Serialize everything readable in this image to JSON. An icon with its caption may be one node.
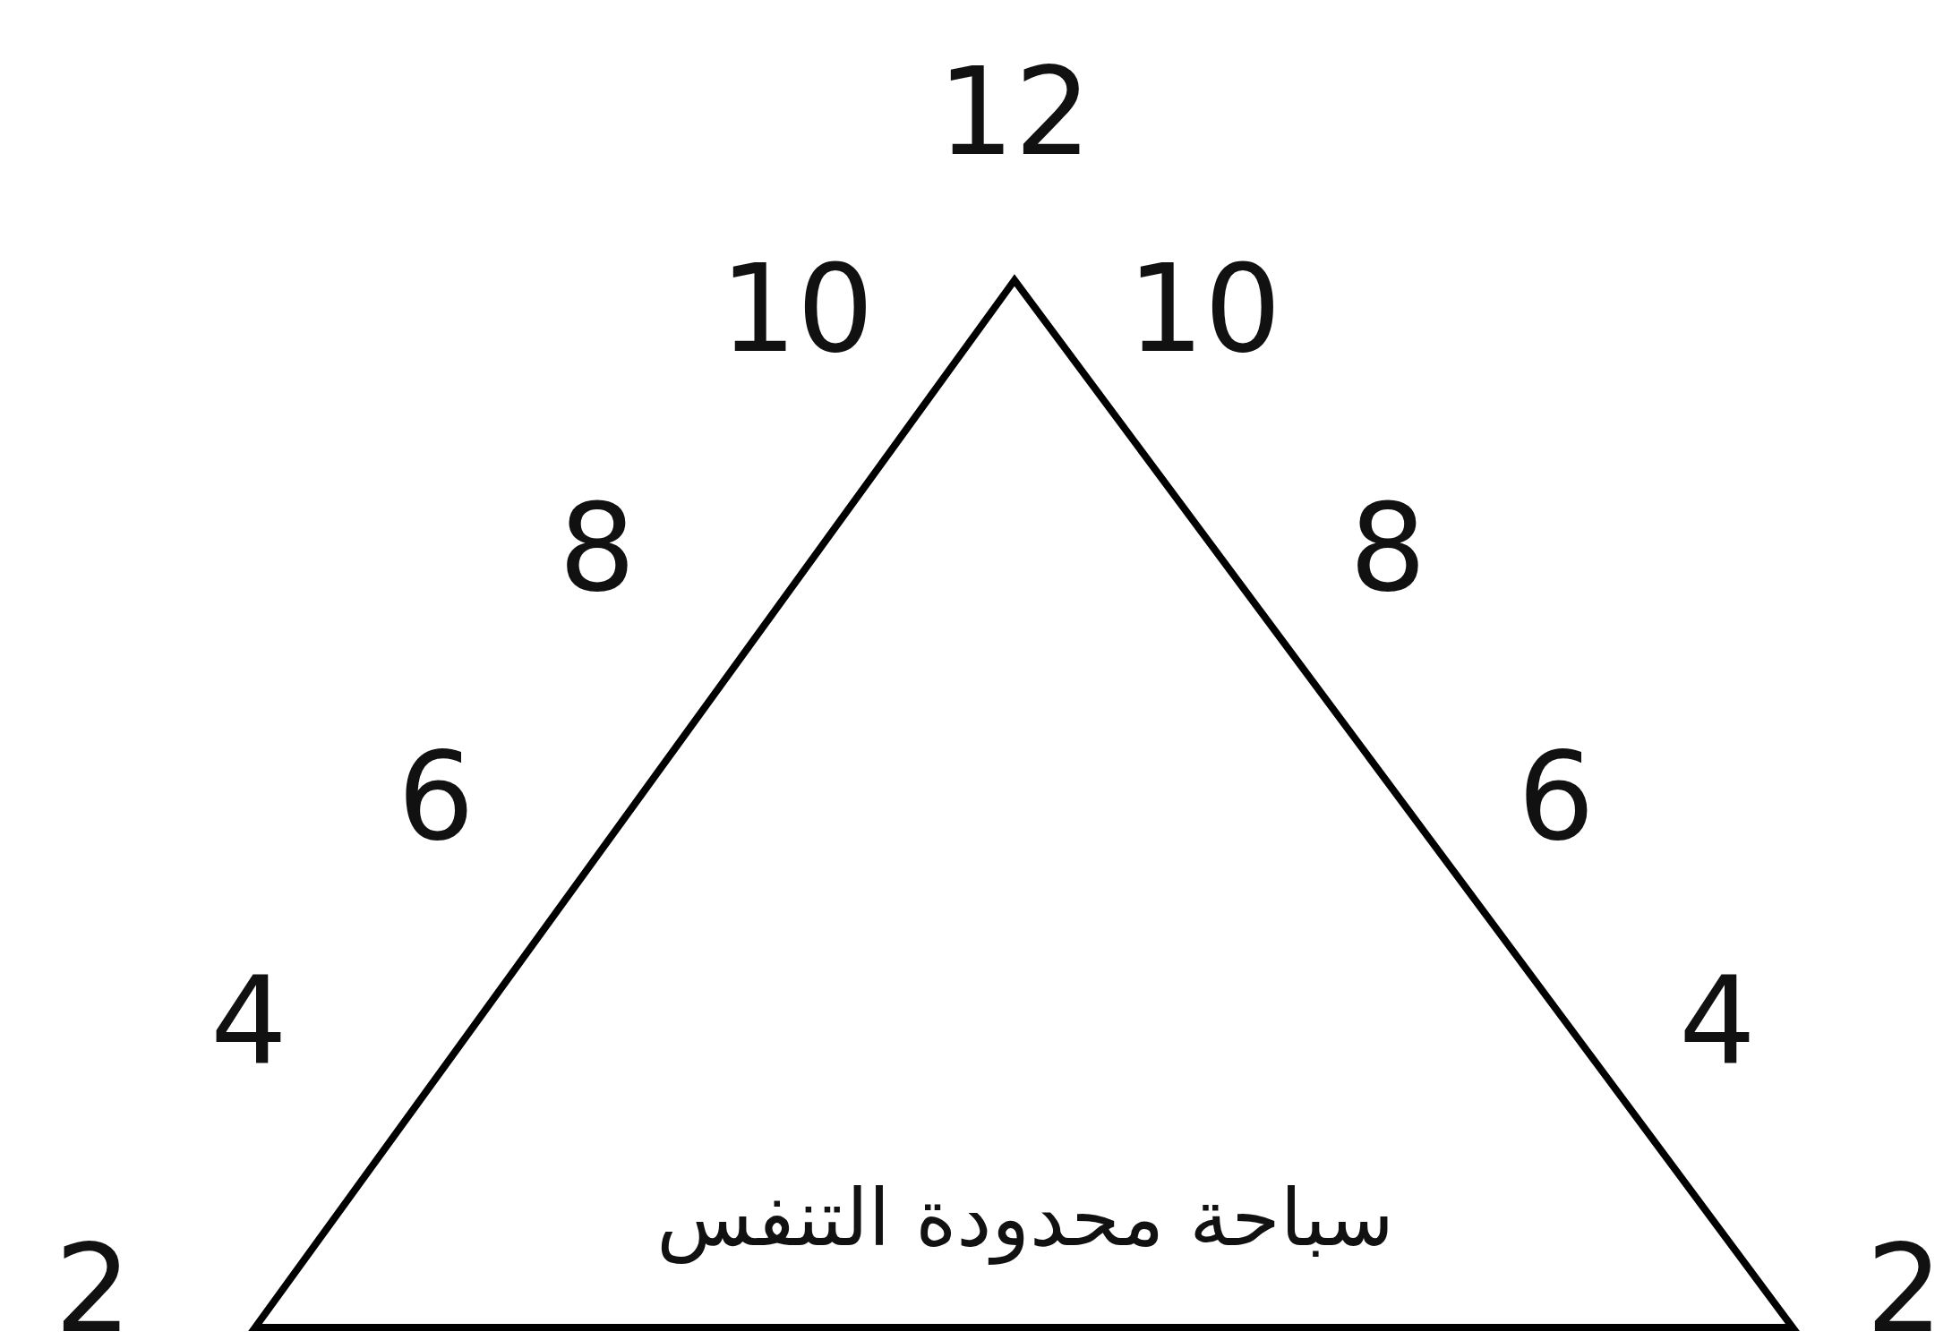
{
  "diagram": {
    "nodes": [
      {
        "text": [
          "سباحة محدودة التنفس"
        ]
      }
    ],
    "edges": [],
    "labels": [
      "12",
      "10",
      "10",
      "8",
      "8",
      "6",
      "6",
      "4",
      "4",
      "2",
      "2"
    ]
  }
}
